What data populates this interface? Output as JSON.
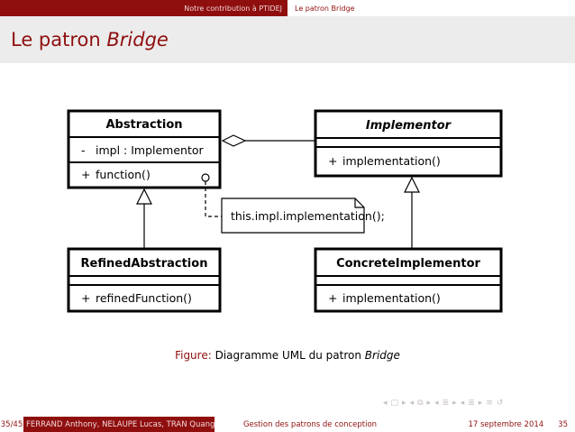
{
  "header": {
    "section": "Notre contribution à PTIDEJ",
    "subsection": "Le patron Bridge"
  },
  "frame": {
    "title_plain": "Le patron ",
    "title_emph": "Bridge"
  },
  "diagram": {
    "abstraction": {
      "name": "Abstraction",
      "attribute_vis": "-",
      "attribute": "impl : Implementor",
      "operation_vis": "+",
      "operation": "function()"
    },
    "implementor": {
      "name": "Implementor",
      "operation_vis": "+",
      "operation": "implementation()"
    },
    "refined_abstraction": {
      "name": "RefinedAbstraction",
      "operation_vis": "+",
      "operation": "refinedFunction()"
    },
    "concrete_implementor": {
      "name": "ConcreteImplementor",
      "operation_vis": "+",
      "operation": "implementation()"
    },
    "note": "this.impl.implementation();"
  },
  "caption": {
    "label": "Figure:",
    "text": "Diagramme UML du patron ",
    "emph": "Bridge"
  },
  "footer": {
    "slide_position": "35/45",
    "authors": "FERRAND Anthony, NELAUPE Lucas, TRAN Quang",
    "talk_title": "Gestion des patrons de conception",
    "date": "17 septembre 2014",
    "page_number": "35"
  },
  "colors": {
    "accent": "#8f0f0f",
    "title_band": "#ececec"
  }
}
